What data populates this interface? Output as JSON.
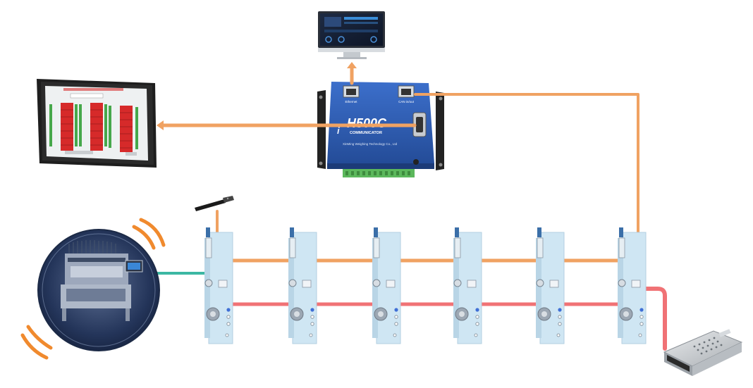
{
  "colors": {
    "orange_link": "#F0A262",
    "red_link": "#F07275",
    "teal_link": "#3CB7A3",
    "controller_blue": "#2E5DB3",
    "module_blue": "#CFE6F3",
    "terminal_green": "#5CB85C",
    "alarm_red": "#D62A2A",
    "vibration_orange": "#F08A2E"
  },
  "controller": {
    "model": "H500C",
    "subtitle": "COMMUNICATOR",
    "port_left": "Ethernet",
    "port_right": "CAN in/out",
    "company": "XinMing Weighing Technology Co., Ltd"
  },
  "hmi": {
    "title": " ",
    "panel_labels": [
      "",
      "",
      ""
    ]
  },
  "icons": {
    "monitor": "desktop-monitor-icon",
    "hmi": "touch-panel-icon",
    "usb": "usb-dongle-icon",
    "psu": "power-supply-icon",
    "machine": "packaging-machine-icon",
    "vibration": "vibration-waves-icon"
  },
  "modules": {
    "count": 6
  }
}
